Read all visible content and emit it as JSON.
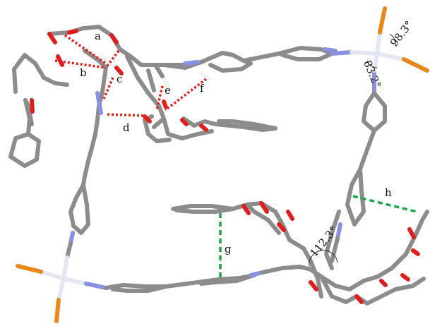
{
  "labels": {
    "a": "a",
    "b": "b",
    "c": "c",
    "d": "d",
    "e": "e",
    "f": "f",
    "g": "g",
    "h": "h"
  },
  "angles": {
    "top_right_outer": "98.3°",
    "top_right_inner": "83.2°",
    "bottom_right": "112.3°"
  },
  "colors": {
    "carbon": "#8c8c8c",
    "oxygen": "#e01e1e",
    "nitrogen": "#8a8fe0",
    "platinum": "#e4e6f2",
    "chlorine": "#e8881a",
    "hydrogen": "#f2f2f2",
    "interaction_red": "#e0201c",
    "interaction_green": "#1aa64a"
  }
}
